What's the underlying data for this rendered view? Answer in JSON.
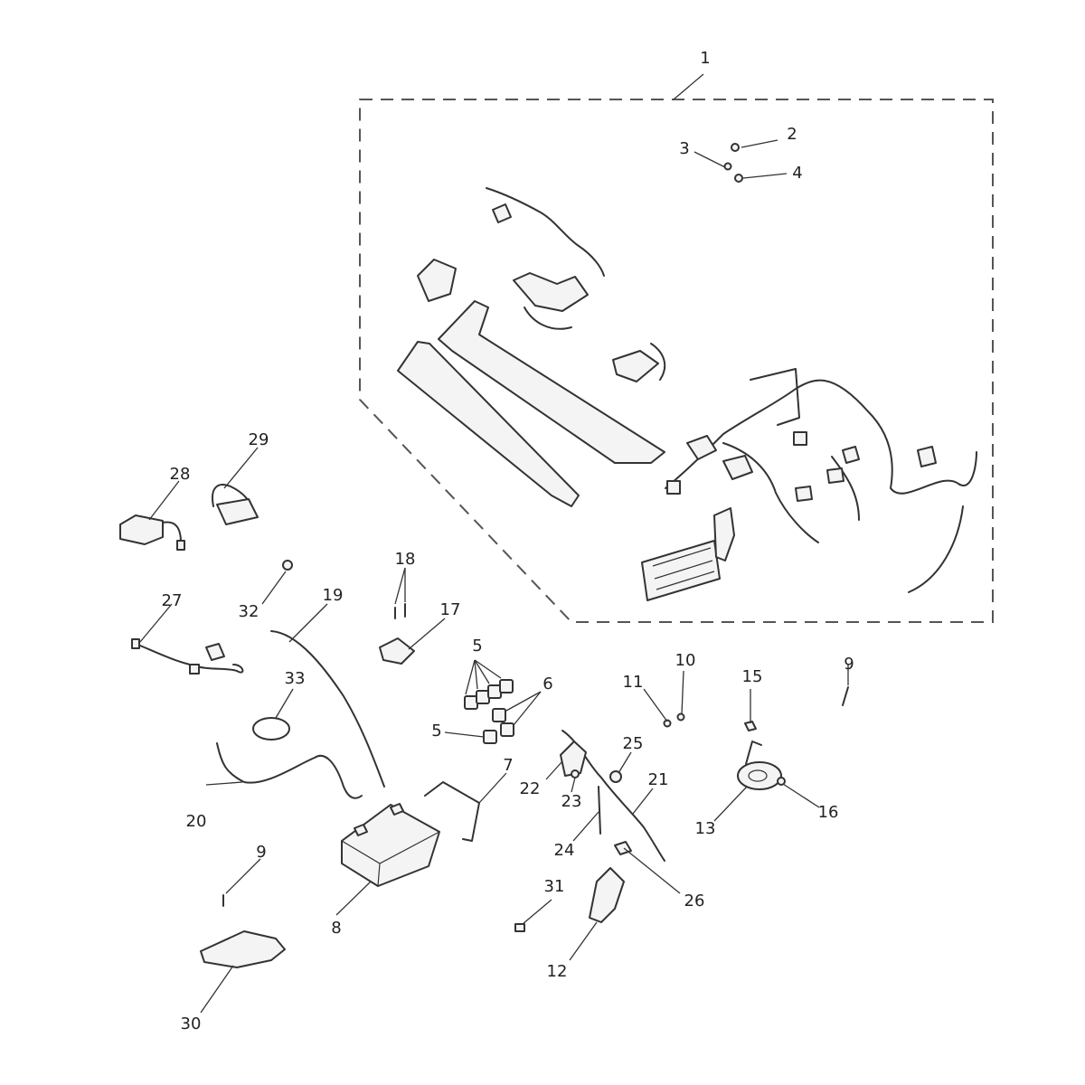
{
  "callouts": [
    "1",
    "2",
    "3",
    "4",
    "5",
    "5",
    "6",
    "7",
    "8",
    "9",
    "9",
    "10",
    "11",
    "12",
    "13",
    "15",
    "16",
    "17",
    "18",
    "19",
    "20",
    "21",
    "22",
    "23",
    "24",
    "25",
    "26",
    "27",
    "28",
    "29",
    "30",
    "31",
    "32",
    "33"
  ]
}
